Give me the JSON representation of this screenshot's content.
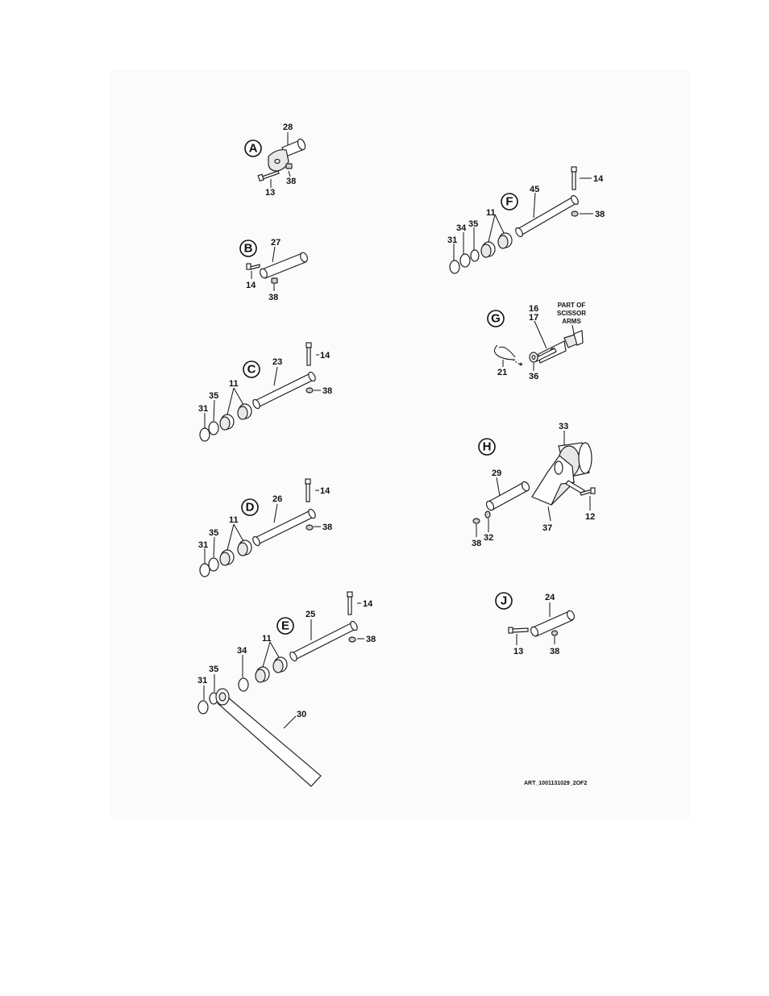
{
  "callouts": {
    "A": "A",
    "B": "B",
    "C": "C",
    "D": "D",
    "E": "E",
    "F": "F",
    "G": "G",
    "H": "H",
    "J": "J"
  },
  "labels": {
    "n11": "11",
    "n12": "12",
    "n13": "13",
    "n14": "14",
    "n16": "16",
    "n17": "17",
    "n21": "21",
    "n23": "23",
    "n24": "24",
    "n25": "25",
    "n26": "26",
    "n27": "27",
    "n28": "28",
    "n29": "29",
    "n30": "30",
    "n31": "31",
    "n32": "32",
    "n33": "33",
    "n34": "34",
    "n35": "35",
    "n36": "36",
    "n37": "37",
    "n38": "38",
    "n45": "45"
  },
  "notes": {
    "scissor_line1": "PART OF",
    "scissor_line2": "SCISSOR",
    "scissor_line3": "ARMS"
  },
  "art_id": "ART_1001131029_2OF2"
}
